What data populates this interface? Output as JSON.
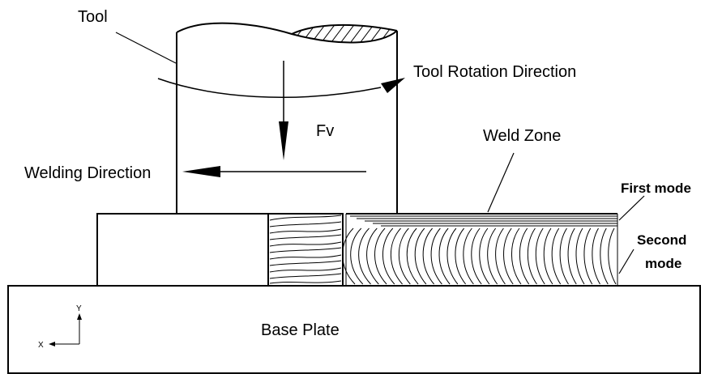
{
  "labels": {
    "tool": "Tool",
    "tool_rotation_direction": "Tool Rotation Direction",
    "fv": "Fv",
    "weld_zone": "Weld Zone",
    "welding_direction": "Welding Direction",
    "first_mode": "First mode",
    "second_mode_line1": "Second",
    "second_mode_line2": "mode",
    "base_plate": "Base Plate",
    "axis_y": "Y",
    "axis_x": "X"
  },
  "colors": {
    "stroke": "#000000",
    "background": "#ffffff"
  }
}
